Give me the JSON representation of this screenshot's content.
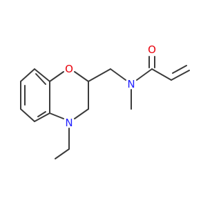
{
  "molecule": {
    "atoms": {
      "ring_oxygen": {
        "symbol": "O",
        "color": "#e8000b"
      },
      "ring_nitrogen": {
        "symbol": "N",
        "color": "#2020ff"
      },
      "amide_nitrogen": {
        "symbol": "N",
        "color": "#2020ff"
      },
      "carbonyl_oxygen": {
        "symbol": "O",
        "color": "#e8000b"
      }
    },
    "bond_color": "#3a3a3a"
  }
}
